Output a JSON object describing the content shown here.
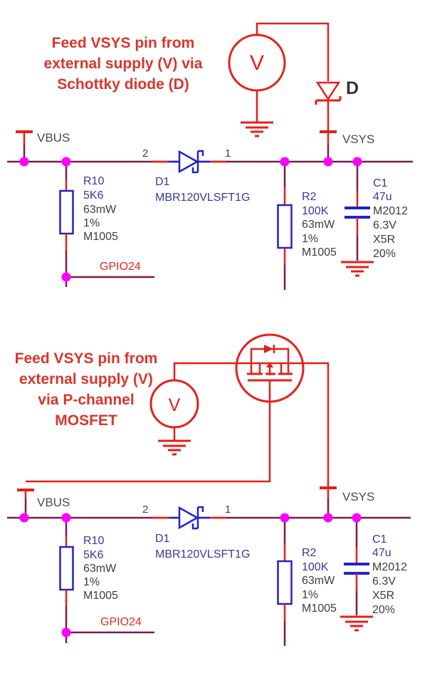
{
  "colors": {
    "schematic_red": "#e51f1a",
    "heading_red": "#d8362c",
    "bus_wire": "#7a1b4a",
    "junction_dot": "#ff00ff",
    "component_blue": "#2222cc",
    "designator_blue": "#38389b",
    "value_text": "#3d3d3d",
    "background": "#ffffff"
  },
  "circuit_top": {
    "heading": [
      "Feed VSYS pin from",
      "external supply (V) via",
      "Schottky diode (D)"
    ],
    "voltmeter_label": "V",
    "schottky_label": "D",
    "net_vbus": "VBUS",
    "net_vsys": "VSYS",
    "net_gpio": "GPIO24",
    "pin_left": "2",
    "pin_right": "1",
    "r10": [
      "R10",
      "5K6",
      "63mW",
      "1%",
      "M1005"
    ],
    "d1": [
      "D1",
      "MBR120VLSFT1G"
    ],
    "r2": [
      "R2",
      "100K",
      "63mW",
      "1%",
      "M1005"
    ],
    "c1": [
      "C1",
      "47u",
      "M2012",
      "6.3V",
      "X5R",
      "20%"
    ]
  },
  "circuit_bottom": {
    "heading": [
      "Feed VSYS pin from",
      "external supply (V)",
      "via P-channel",
      "MOSFET"
    ],
    "source_label": "V",
    "net_vbus": "VBUS",
    "net_vsys": "VSYS",
    "net_gpio": "GPIO24",
    "pin_left": "2",
    "pin_right": "1",
    "r10": [
      "R10",
      "5K6",
      "63mW",
      "1%",
      "M1005"
    ],
    "d1": [
      "D1",
      "MBR120VLSFT1G"
    ],
    "r2": [
      "R2",
      "100K",
      "63mW",
      "1%",
      "M1005"
    ],
    "c1": [
      "C1",
      "47u",
      "M2012",
      "6.3V",
      "X5R",
      "20%"
    ]
  }
}
